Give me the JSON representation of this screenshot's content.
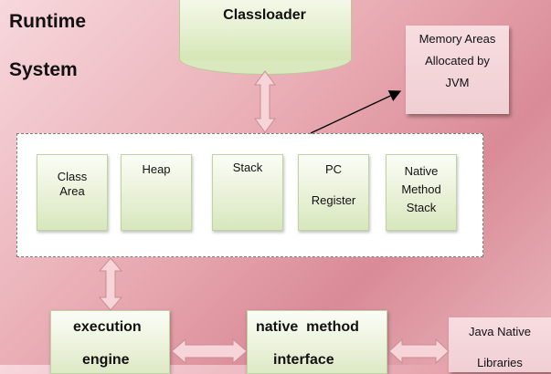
{
  "runtime_system": {
    "line1": "Runtime",
    "line2": "System"
  },
  "classloader": {
    "label": "Classloader"
  },
  "memory_areas_note": {
    "line1": "Memory Areas",
    "line2": "Allocated by",
    "line3": "JVM"
  },
  "memory_areas": [
    {
      "lines": [
        "Class",
        "Area"
      ]
    },
    {
      "lines": [
        "Heap"
      ]
    },
    {
      "lines": [
        "Stack"
      ]
    },
    {
      "lines": [
        "PC",
        "Register"
      ]
    },
    {
      "lines": [
        "Native",
        "Method",
        "Stack"
      ]
    }
  ],
  "execution_engine": {
    "line1": "execution",
    "line2": "engine"
  },
  "native_method_interface": {
    "line1": "native  method",
    "line2": "interface"
  },
  "java_native_libraries": {
    "line1": "Java Native",
    "line2": "Libraries"
  },
  "colors": {
    "background": "#e8a9b1",
    "green_box": "#e4efcf",
    "pink_box": "#f0cfd3",
    "arrow_fill": "#f6d4d8",
    "arrow_stroke": "#c98d96"
  }
}
